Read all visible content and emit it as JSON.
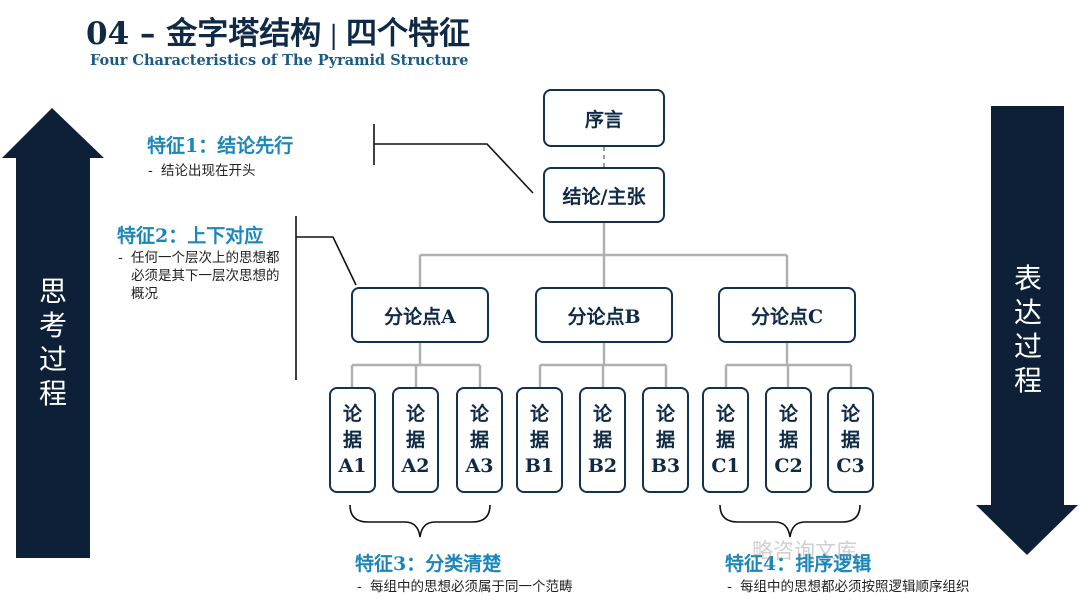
{
  "header": {
    "title": "04 – 金字塔结构",
    "title_right": "四个特征",
    "subtitle": "Four Characteristics of  The Pyramid Structure"
  },
  "left_arrow": {
    "label": "思考过程",
    "chars": [
      "思",
      "考",
      "过",
      "程"
    ],
    "color": "#0e2038"
  },
  "right_arrow": {
    "label": "表达过程",
    "chars": [
      "表",
      "达",
      "过",
      "程"
    ],
    "color": "#0e2038"
  },
  "pyramid": {
    "root": "序言",
    "conclusion": "结论/主张",
    "branches": [
      {
        "label": "分论点A",
        "leaves": [
          [
            "论",
            "据",
            "A1"
          ],
          [
            "论",
            "据",
            "A2"
          ],
          [
            "论",
            "据",
            "A3"
          ]
        ]
      },
      {
        "label": "分论点B",
        "leaves": [
          [
            "论",
            "据",
            "B1"
          ],
          [
            "论",
            "据",
            "B2"
          ],
          [
            "论",
            "据",
            "B3"
          ]
        ]
      },
      {
        "label": "分论点C",
        "leaves": [
          [
            "论",
            "据",
            "C1"
          ],
          [
            "论",
            "据",
            "C2"
          ],
          [
            "论",
            "据",
            "C3"
          ]
        ]
      }
    ]
  },
  "features": [
    {
      "title": "特征1：结论先行",
      "desc": "结论出现在开头"
    },
    {
      "title": "特征2：上下对应",
      "desc": "任何一个层次上的思想都必须是其下一层次思想的概况"
    },
    {
      "title": "特征3：分类清楚",
      "desc": "每组中的思想必须属于同一个范畴"
    },
    {
      "title": "特征4：排序逻辑",
      "desc": "每组中的思想都必须按照逻辑顺序组织"
    }
  ],
  "watermark": "略咨询文库",
  "colors": {
    "navy": "#0e2a47",
    "box_border": "#123252",
    "feature": "#1b86b9",
    "connector": "#b0b0b0"
  }
}
